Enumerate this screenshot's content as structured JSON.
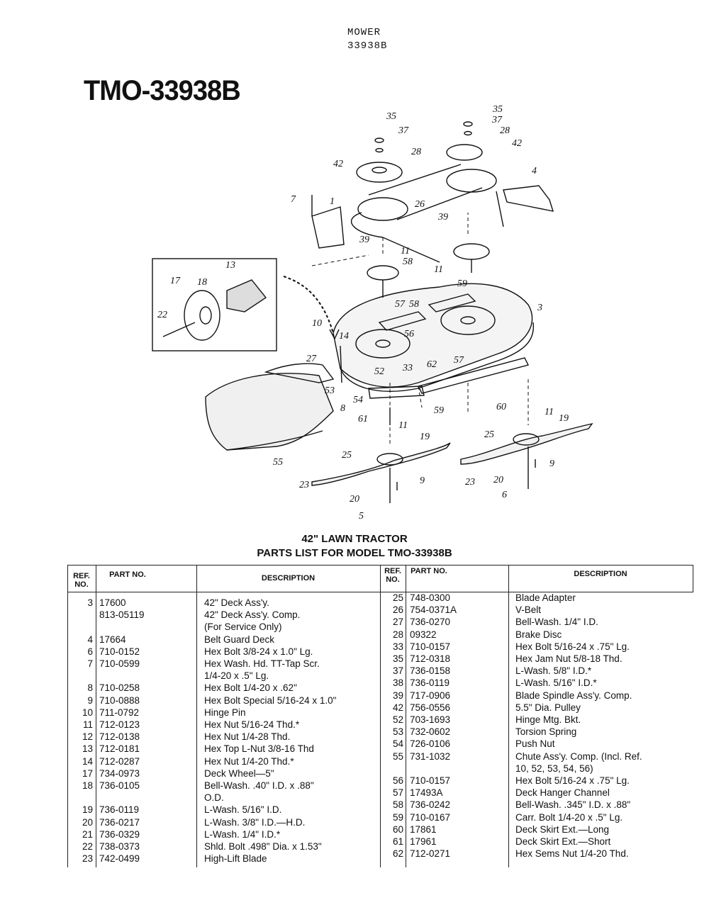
{
  "header": {
    "line1": "MOWER",
    "line2": "33938B"
  },
  "model_title": "TMO-33938B",
  "diagram": {
    "callouts": [
      "35",
      "37",
      "28",
      "42",
      "26",
      "4",
      "7",
      "1",
      "39",
      "11",
      "58",
      "59",
      "3",
      "13",
      "17",
      "18",
      "22",
      "10",
      "14",
      "27",
      "57",
      "56",
      "52",
      "33",
      "62",
      "53",
      "8",
      "54",
      "60",
      "61",
      "55",
      "19",
      "25",
      "9",
      "23",
      "20",
      "5",
      "6"
    ]
  },
  "table": {
    "title1": "42\" LAWN TRACTOR",
    "title2": "PARTS LIST FOR MODEL TMO-33938B",
    "headers": {
      "ref": "REF. NO.",
      "part": "PART NO.",
      "desc": "DESCRIPTION"
    },
    "left": [
      {
        "ref": "3",
        "part": "17600",
        "desc": "42\" Deck Ass'y."
      },
      {
        "ref": "",
        "part": "813-05119",
        "desc": "42\" Deck Ass'y. Comp."
      },
      {
        "ref": "",
        "part": "",
        "desc": "(For Service Only)"
      },
      {
        "ref": "4",
        "part": "17664",
        "desc": "Belt Guard Deck"
      },
      {
        "ref": "6",
        "part": "710-0152",
        "desc": "Hex Bolt 3/8-24 x 1.0\" Lg."
      },
      {
        "ref": "7",
        "part": "710-0599",
        "desc": "Hex Wash. Hd. TT-Tap Scr."
      },
      {
        "ref": "",
        "part": "",
        "desc": "1/4-20 x .5\" Lg."
      },
      {
        "ref": "8",
        "part": "710-0258",
        "desc": "Hex Bolt 1/4-20 x .62\""
      },
      {
        "ref": "9",
        "part": "710-0888",
        "desc": "Hex Bolt Special 5/16-24 x 1.0\""
      },
      {
        "ref": "10",
        "part": "711-0792",
        "desc": "Hinge Pin"
      },
      {
        "ref": "11",
        "part": "712-0123",
        "desc": "Hex Nut 5/16-24 Thd.*"
      },
      {
        "ref": "12",
        "part": "712-0138",
        "desc": "Hex Nut 1/4-28 Thd."
      },
      {
        "ref": "13",
        "part": "712-0181",
        "desc": "Hex Top L-Nut 3/8-16 Thd"
      },
      {
        "ref": "14",
        "part": "712-0287",
        "desc": "Hex Nut 1/4-20 Thd.*"
      },
      {
        "ref": "17",
        "part": "734-0973",
        "desc": "Deck Wheel—5\""
      },
      {
        "ref": "18",
        "part": "736-0105",
        "desc": "Bell-Wash. .40\" I.D. x .88\""
      },
      {
        "ref": "",
        "part": "",
        "desc": "O.D."
      },
      {
        "ref": "19",
        "part": "736-0119",
        "desc": "L-Wash. 5/16\" I.D."
      },
      {
        "ref": "20",
        "part": "736-0217",
        "desc": "L-Wash. 3/8\" I.D.—H.D."
      },
      {
        "ref": "21",
        "part": "736-0329",
        "desc": "L-Wash. 1/4\" I.D.*"
      },
      {
        "ref": "22",
        "part": "738-0373",
        "desc": "Shld. Bolt .498\" Dia. x 1.53\""
      },
      {
        "ref": "23",
        "part": "742-0499",
        "desc": "High-Lift Blade"
      }
    ],
    "right": [
      {
        "ref": "25",
        "part": "748-0300",
        "desc": "Blade Adapter"
      },
      {
        "ref": "26",
        "part": "754-0371A",
        "desc": "V-Belt"
      },
      {
        "ref": "27",
        "part": "736-0270",
        "desc": "Bell-Wash. 1/4\" I.D."
      },
      {
        "ref": "28",
        "part": "09322",
        "desc": "Brake Disc"
      },
      {
        "ref": "33",
        "part": "710-0157",
        "desc": "Hex Bolt 5/16-24 x .75\" Lg."
      },
      {
        "ref": "35",
        "part": "712-0318",
        "desc": "Hex Jam Nut 5/8-18 Thd."
      },
      {
        "ref": "37",
        "part": "736-0158",
        "desc": "L-Wash. 5/8\" I.D.*"
      },
      {
        "ref": "38",
        "part": "736-0119",
        "desc": "L-Wash. 5/16\" I.D.*"
      },
      {
        "ref": "39",
        "part": "717-0906",
        "desc": "Blade Spindle Ass'y. Comp."
      },
      {
        "ref": "42",
        "part": "756-0556",
        "desc": "5.5\" Dia. Pulley"
      },
      {
        "ref": "52",
        "part": "703-1693",
        "desc": "Hinge Mtg. Bkt."
      },
      {
        "ref": "53",
        "part": "732-0602",
        "desc": "Torsion Spring"
      },
      {
        "ref": "54",
        "part": "726-0106",
        "desc": "Push Nut"
      },
      {
        "ref": "55",
        "part": "731-1032",
        "desc": "Chute Ass'y. Comp. (Incl. Ref."
      },
      {
        "ref": "",
        "part": "",
        "desc": "10, 52, 53, 54, 56)"
      },
      {
        "ref": "56",
        "part": "710-0157",
        "desc": "Hex Bolt 5/16-24 x .75\" Lg."
      },
      {
        "ref": "57",
        "part": "17493A",
        "desc": "Deck Hanger Channel"
      },
      {
        "ref": "58",
        "part": "736-0242",
        "desc": "Bell-Wash. .345\" I.D. x .88\""
      },
      {
        "ref": "59",
        "part": "710-0167",
        "desc": "Carr. Bolt 1/4-20 x .5\" Lg."
      },
      {
        "ref": "60",
        "part": "17861",
        "desc": "Deck Skirt Ext.—Long"
      },
      {
        "ref": "61",
        "part": "17961",
        "desc": "Deck Skirt Ext.—Short"
      },
      {
        "ref": "62",
        "part": "712-0271",
        "desc": "Hex Sems Nut 1/4-20 Thd."
      }
    ]
  }
}
